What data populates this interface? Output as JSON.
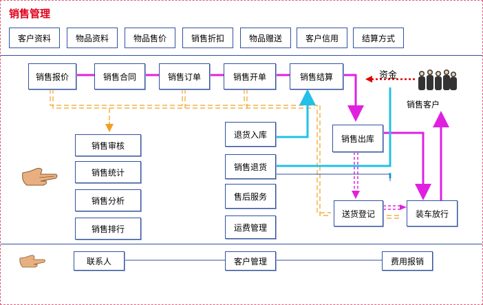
{
  "title": "销售管理",
  "header_buttons": [
    "客户资料",
    "物品资料",
    "物品售价",
    "销售折扣",
    "物品赠送",
    "客户信用",
    "结算方式"
  ],
  "flow": {
    "quote": "销售报价",
    "contract": "销售合同",
    "order": "销售订单",
    "invoice": "销售开单",
    "settle": "销售结算",
    "fund": "资金",
    "customer": "销售客户",
    "review": "销售审核",
    "statistics": "销售统计",
    "analysis": "销售分析",
    "ranking": "销售排行",
    "return_in": "退货入库",
    "return": "销售退货",
    "after_sales": "售后服务",
    "freight": "运费管理",
    "out": "销售出库",
    "delivery": "送货登记",
    "release": "装车放行"
  },
  "footer": {
    "contact": "联系人",
    "crm": "客户管理",
    "expense": "费用报销"
  },
  "colors": {
    "title": "#e0001a",
    "magenta": "#e020e0",
    "cyan": "#22c0e8",
    "orange": "#f0a020",
    "red": "#e00000",
    "border": "#2f4f9f"
  },
  "icons": [
    "hand-pointer-icon",
    "hand-pointer-icon-small",
    "customer-group-icon"
  ]
}
